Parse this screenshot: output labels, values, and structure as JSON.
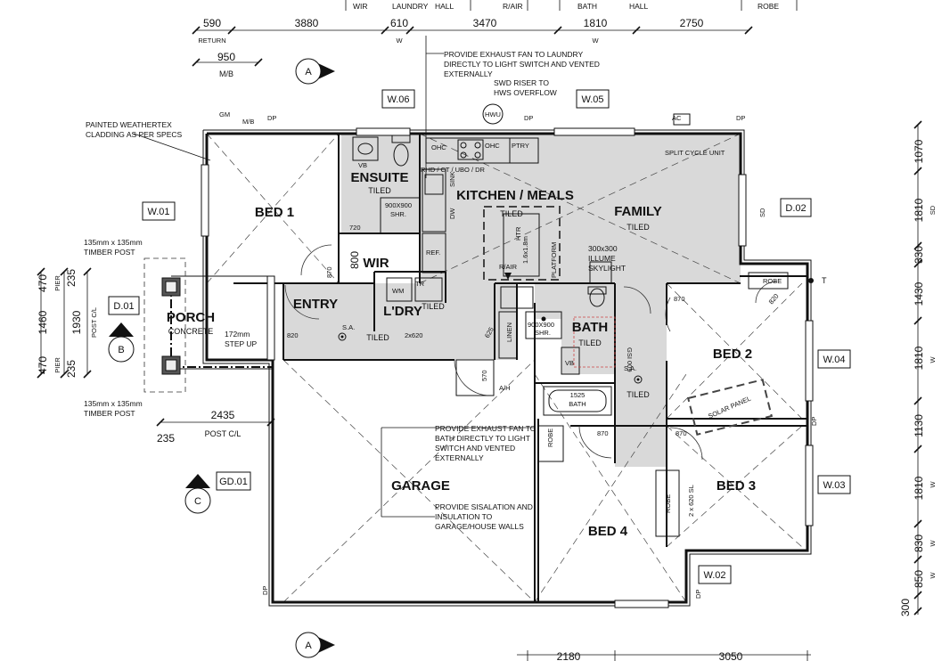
{
  "top_labels": {
    "wir": "WIR",
    "laundry": "LAUNDRY",
    "hall1": "HALL",
    "rair": "R/AIR",
    "bath": "BATH",
    "hall2": "HALL",
    "robe": "ROBE"
  },
  "top_dims": [
    "590",
    "3880",
    "610",
    "3470",
    "1810",
    "2750"
  ],
  "top_sub": {
    "return": "RETURN",
    "w1": "W",
    "w2": "W"
  },
  "mb_dim": "950",
  "mb_label": "M/B",
  "bottom_dims": [
    "2180",
    "3050"
  ],
  "right_dims": [
    "1070",
    "1810",
    "330",
    "1430",
    "1810",
    "1130",
    "1810",
    "830",
    "850",
    "300"
  ],
  "right_sub": {
    "sd": "SD",
    "w1": "W",
    "w2": "W",
    "w3": "W",
    "w4": "W"
  },
  "left_dims": {
    "d235a": "235",
    "d470a": "470",
    "d1460": "1460",
    "d1930": "1930",
    "d470b": "470",
    "d235b": "235",
    "pier1": "PIER",
    "pier2": "PIER",
    "postcl": "POST C/L"
  },
  "porch_bottom_dims": {
    "d2435": "2435",
    "d235": "235",
    "postcl": "POST C/L"
  },
  "section_markers": {
    "a_top": "A",
    "a_bottom": "A",
    "b": "B",
    "c": "C"
  },
  "window_tags": [
    "W.01",
    "W.06",
    "W.05",
    "D.02",
    "D.01",
    "W.04",
    "W.03",
    "W.02",
    "GD.01"
  ],
  "rooms": {
    "bed1": "BED 1",
    "ensuite": "ENSUITE",
    "ensuite_sub": "TILED",
    "kitchen": "KITCHEN / MEALS",
    "kitchen_sub": "TILED",
    "family": "FAMILY",
    "family_sub": "TILED",
    "wir": "WIR",
    "entry": "ENTRY",
    "entry_sub": "TILED",
    "ldry": "L'DRY",
    "ldry_sub": "TILED",
    "porch": "PORCH",
    "porch_sub": "CONCRETE",
    "bath": "BATH",
    "bath_sub": "TILED",
    "bed2": "BED 2",
    "bed3": "BED 3",
    "bed4": "BED 4",
    "garage": "GARAGE",
    "hall_sub": "TILED"
  },
  "notes": {
    "weathertex": [
      "PAINTED WEATHERTEX",
      "CLADDING AS PER SPECS"
    ],
    "timber1": [
      "135mm x 135mm",
      "TIMBER POST"
    ],
    "timber2": [
      "135mm x 135mm",
      "TIMBER POST"
    ],
    "laundry_fan": [
      "PROVIDE EXHAUST FAN TO LAUNDRY",
      "DIRECTLY TO LIGHT SWITCH AND VENTED",
      "EXTERNALLY"
    ],
    "swd": [
      "SWD RISER TO",
      "HWS OVERFLOW"
    ],
    "skylight": [
      "300x300",
      "ILLUME",
      "SKYLIGHT"
    ],
    "stepup": [
      "172mm",
      "STEP UP"
    ],
    "bath_fan": [
      "PROVIDE EXHAUST FAN TO",
      "BATH DIRECTLY TO LIGHT",
      "SWITCH AND VENTED",
      "EXTERNALLY"
    ],
    "sisalation": [
      "PROVIDE SISALATION AND",
      "INSULATION TO",
      "GARAGE/HOUSE WALLS"
    ]
  },
  "fixtures": {
    "gm": "GM",
    "mb": "M/B",
    "dp": "DP",
    "ac": "AC",
    "hwu": "HWU",
    "ohc": "OHC",
    "ptry": "PTRY",
    "rhd": "RHD / CT / UBO / DR",
    "split": "SPLIT CYCLE UNIT",
    "vb": "VB",
    "shr": "900X900",
    "shr2": "SHR.",
    "sink": "SINK",
    "dw": "DW",
    "ref": "REF.",
    "htr": "HTR",
    "rair": "R/AIR",
    "platform": "1.6x1.8m",
    "platform2": "PLATFORM",
    "tr": "TR",
    "wm": "WM",
    "d2x620": "2x620",
    "sa": "S.A.",
    "linen": "LINEN",
    "ah": "A/H",
    "robe": "ROBE",
    "bath1525": "1525",
    "bathw": "BATH",
    "solar": "SOLAR PANEL",
    "robesl": "2 x 620 SL",
    "t": "T",
    "gsi": "GSI 009",
    "d720": "720",
    "d870": "870",
    "d820": "820",
    "d800": "800",
    "d570": "570",
    "d625": "625"
  }
}
